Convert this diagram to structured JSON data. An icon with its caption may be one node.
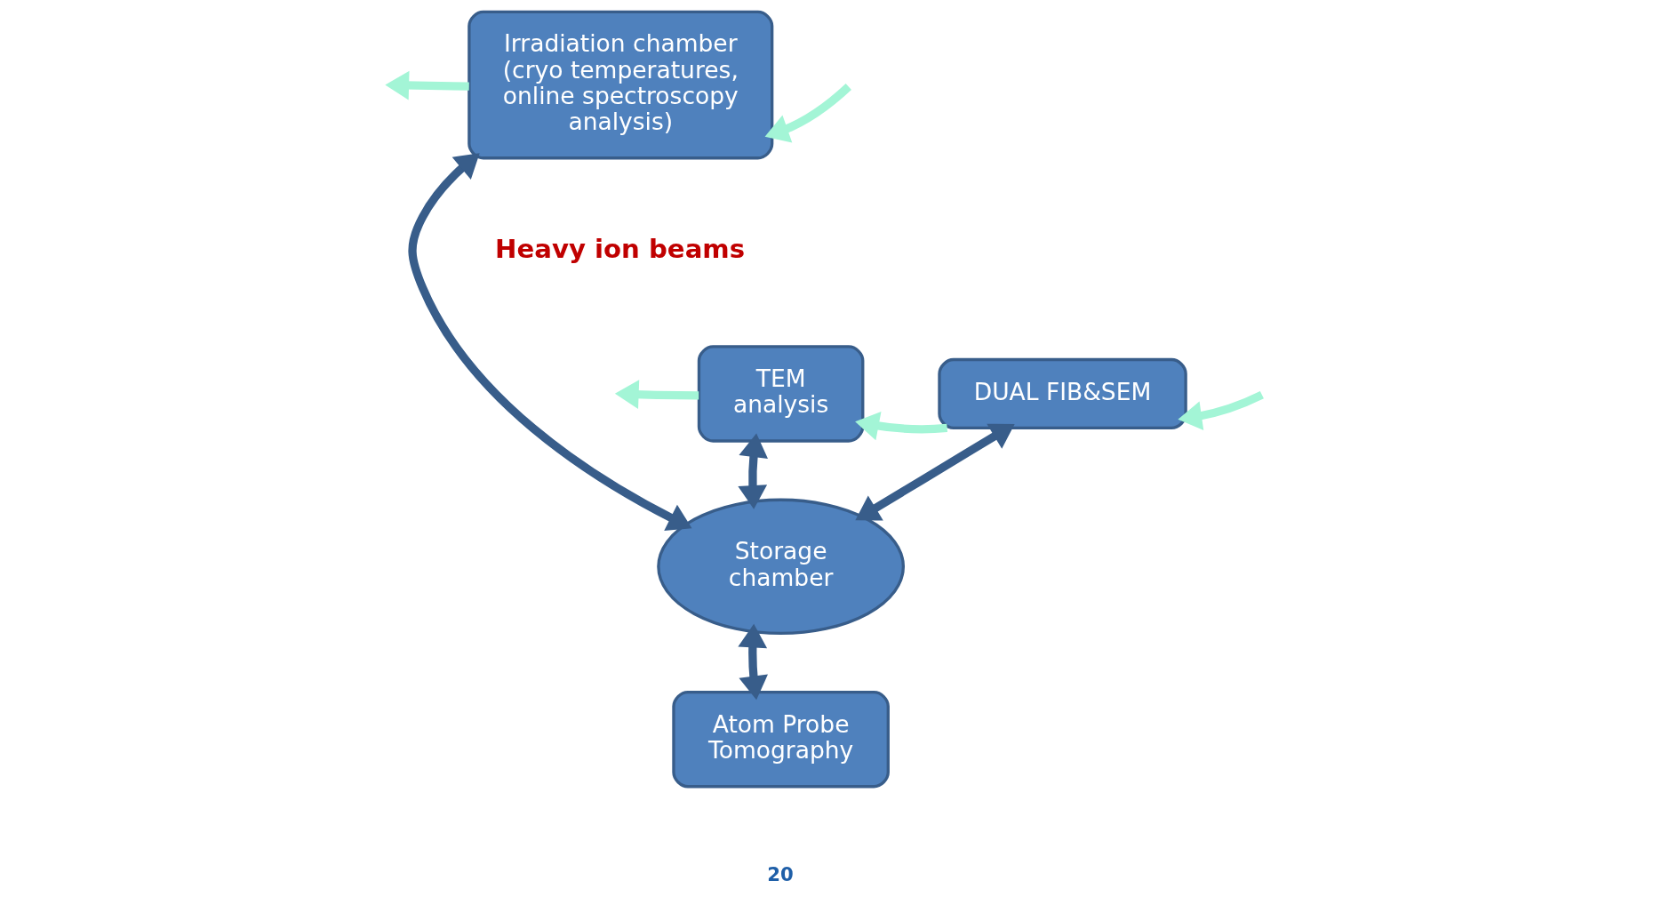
{
  "diagram": {
    "nodes": [
      {
        "text": [
          "Irradiation chamber (cryo temperatures, online spectroscopy analysis)"
        ]
      },
      {
        "text": [
          "TEM analysis"
        ]
      },
      {
        "text": [
          "DUAL FIB&SEM"
        ]
      },
      {
        "text": [
          "Storage chamber"
        ]
      },
      {
        "text": [
          "Atom Probe Tomography"
        ]
      }
    ],
    "edges": [
      {
        "from": null,
        "to": 0,
        "arrow": "to"
      },
      {
        "from": 0,
        "to": null,
        "arrow": "to"
      },
      {
        "from": null,
        "to": 2,
        "arrow": "to"
      },
      {
        "from": 2,
        "to": 1,
        "arrow": "to"
      },
      {
        "from": 1,
        "to": null,
        "arrow": "to"
      },
      {
        "from": 0,
        "to": 3,
        "arrow": "both",
        "color": "#385d8a"
      },
      {
        "from": 1,
        "to": 3,
        "arrow": "both",
        "color": "#385d8a"
      },
      {
        "from": 2,
        "to": 3,
        "arrow": "both",
        "color": "#385d8a"
      },
      {
        "from": 3,
        "to": 4,
        "arrow": "both",
        "color": "#385d8a"
      }
    ],
    "labels": [
      "Heavy ion beams",
      "20"
    ]
  }
}
